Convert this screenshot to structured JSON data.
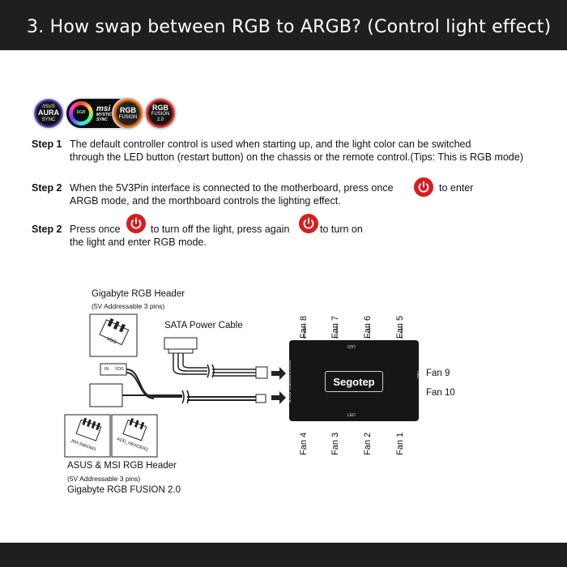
{
  "header": {
    "title": "3. How swap between RGB to ARGB? (Control light effect)"
  },
  "logos": [
    {
      "name": "asus-aura",
      "line1": "/ISUS",
      "line2": "AURA",
      "line3": "SYNC"
    },
    {
      "name": "msi-mystic-light",
      "line1": "RGB",
      "line2": "msi",
      "line3": "MYSTIC LIGHT SYNC"
    },
    {
      "name": "rgb-fusion",
      "line1": "RGB",
      "line2": "FUSION"
    },
    {
      "name": "rgb-fusion-2",
      "line1": "RGB",
      "line2": "FUSION",
      "line3": "2.0"
    }
  ],
  "steps": [
    {
      "label": "Step 1",
      "line1": "The default controller control is used when starting up, and the light color can be switched",
      "line2": "through the LED button (restart button) on the chassis or the remote control.(Tips: This is RGB mode)"
    },
    {
      "label": "Step 2",
      "line1a": "When the 5V3Pin interface is connected to the motherboard, press once",
      "line1b": "to enter",
      "line2": "ARGB mode, and the morthboard controls the lighting effect."
    },
    {
      "label": "Step 2",
      "line1a": "Press once",
      "line1b": "to turn off the light, press again",
      "line1c": "to turn on",
      "line2": "the light and enter RGB mode."
    }
  ],
  "diagram": {
    "gigabyte_header": "Gigabyte RGB Header",
    "gigabyte_pins": "(5V Addressable 3 pins)",
    "sata": "SATA Power Cable",
    "asus_msi_header": "ASUS & MSI RGB Header",
    "asus_msi_pins": "(5V Addressable 3 pins)",
    "gigabyte_fusion": "Gigabyte RGB FUSION 2.0",
    "connector_top": "VDG",
    "cable_in": "IN",
    "cable_vdg": "VDG",
    "jrainbow": "JRA INBOW1",
    "addr_header": "ADD_HEADER2",
    "hub_brand": "Segotep",
    "hub_led": "LED",
    "hub_side_labels": "RESET  POWER  ARGB",
    "hub_right_led": "LED",
    "fans_top": [
      "Fan 8",
      "Fan 7",
      "Fan 6",
      "Fan 5"
    ],
    "fans_bottom": [
      "Fan 4",
      "Fan 3",
      "Fan 2",
      "Fan 1"
    ],
    "fans_right": [
      "Fan 9",
      "Fan 10"
    ]
  }
}
